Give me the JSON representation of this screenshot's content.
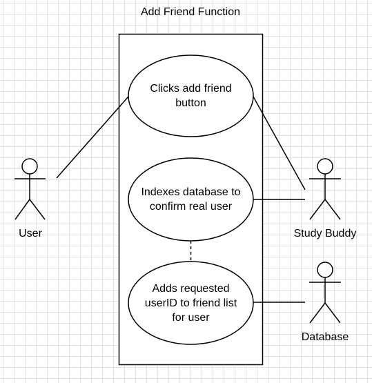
{
  "diagram": {
    "title": "Add Friend Function",
    "colors": {
      "stroke": "#000000",
      "fill": "#ffffff",
      "grid": "#e3e3e3"
    },
    "actors": {
      "user": "User",
      "study_buddy": "Study Buddy",
      "database": "Database"
    },
    "use_cases": {
      "clicks_add_friend": "Clicks add friend\nbutton",
      "indexes_database": "Indexes database to\nconfirm real user",
      "adds_requested": "Adds requested\nuserID to friend list\nfor user"
    }
  }
}
